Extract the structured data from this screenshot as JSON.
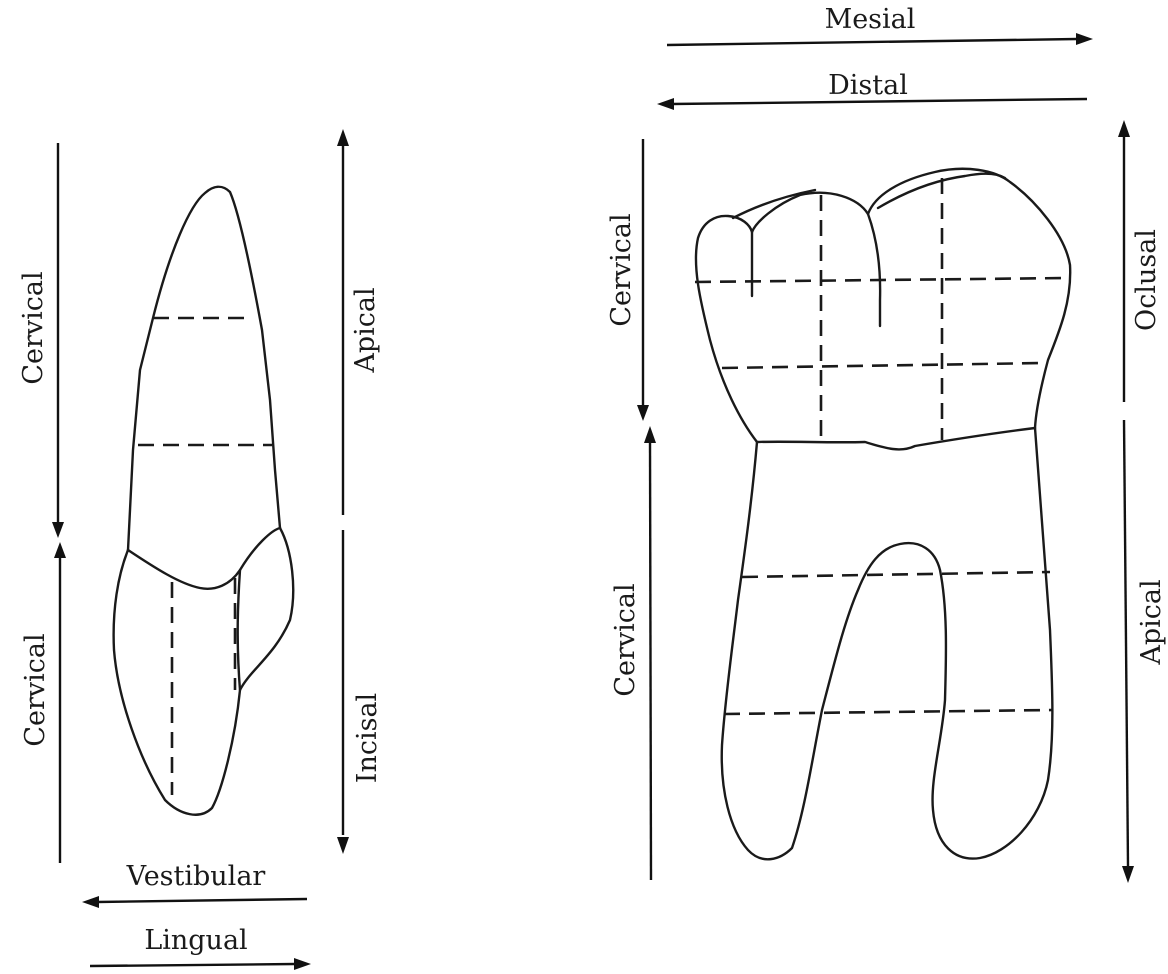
{
  "labels": {
    "left_cervical_upper": "Cervical",
    "left_cervical_lower": "Cervical",
    "apical_left": "Apical",
    "incisal": "Incisal",
    "vestibular": "Vestibular",
    "lingual": "Lingual",
    "mesial": "Mesial",
    "distal": "Distal",
    "right_cervical_upper": "Cervical",
    "right_cervical_lower": "Cervical",
    "oclusal": "Oclusal",
    "apical_right": "Apical"
  }
}
